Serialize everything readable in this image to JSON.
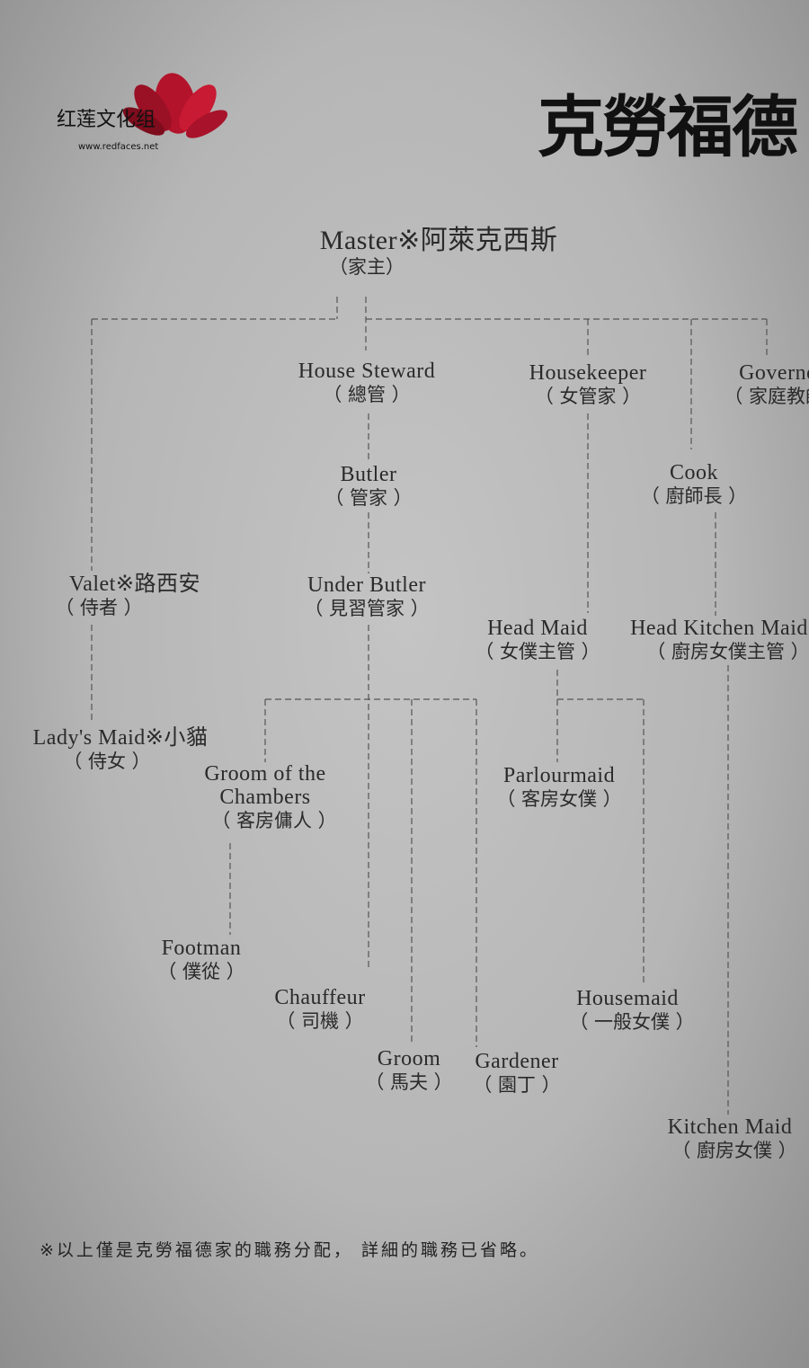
{
  "header": {
    "title": "克勞福德",
    "logo_text": "红莲文化组",
    "logo_url": "www.redfaces.net"
  },
  "nodes": {
    "master": {
      "en": "Master※阿萊克西斯",
      "zh": "（家主）"
    },
    "steward": {
      "en": "House Steward",
      "zh": "（ 總管 ）"
    },
    "housekeeper": {
      "en": "Housekeeper",
      "zh": "（ 女管家 ）"
    },
    "governess": {
      "en": "Governess",
      "zh": "（ 家庭教師 ）"
    },
    "butler": {
      "en": "Butler",
      "zh": "（ 管家 ）"
    },
    "cook": {
      "en": "Cook",
      "zh": "（ 廚師長 ）"
    },
    "valet": {
      "en": "Valet※路西安",
      "zh": "（ 侍者 ）"
    },
    "under_butler": {
      "en": "Under Butler",
      "zh": "（ 見習管家 ）"
    },
    "head_maid": {
      "en": "Head Maid",
      "zh": "（ 女僕主管 ）"
    },
    "head_kitchen_maid": {
      "en": "Head Kitchen Maid",
      "zh": "（ 廚房女僕主管 ）"
    },
    "ladys_maid": {
      "en": "Lady's Maid※小貓",
      "zh": "（ 侍女 ）"
    },
    "groom_chambers": {
      "en": "Groom of the",
      "en2": "Chambers",
      "zh": "（ 客房傭人 ）"
    },
    "parlourmaid": {
      "en": "Parlourmaid",
      "zh": "（ 客房女僕 ）"
    },
    "footman": {
      "en": "Footman",
      "zh": "（ 僕從 ）"
    },
    "chauffeur": {
      "en": "Chauffeur",
      "zh": "（ 司機 ）"
    },
    "housemaid": {
      "en": "Housemaid",
      "zh": "（ 一般女僕 ）"
    },
    "groom": {
      "en": "Groom",
      "zh": "（ 馬夫 ）"
    },
    "gardener": {
      "en": "Gardener",
      "zh": "（ 園丁 ）"
    },
    "kitchen_maid": {
      "en": "Kitchen Maid",
      "zh": "（ 廚房女僕 ）"
    }
  },
  "footer": {
    "note": "※以上僅是克勞福德家的職務分配， 詳細的職務已省略。"
  },
  "colors": {
    "background": "#b8b8b8",
    "lines": "#555555",
    "logo_flower": "#b3132b"
  }
}
